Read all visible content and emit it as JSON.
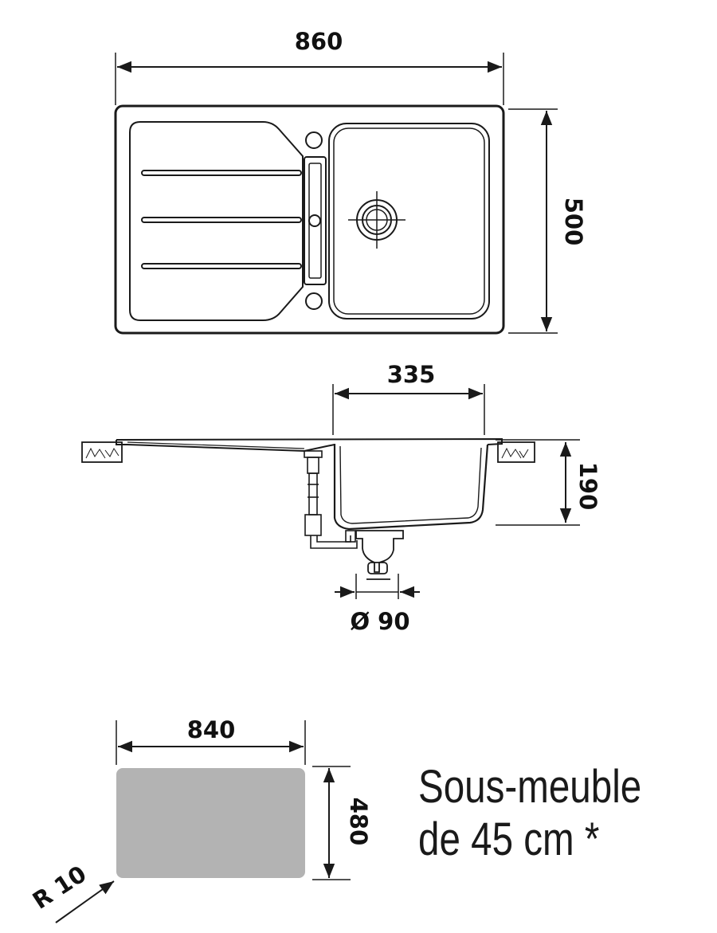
{
  "dimensions": {
    "top_width": "860",
    "top_depth": "500",
    "bowl_width": "335",
    "bowl_depth": "190",
    "drain_diameter": "Ø 90",
    "cutout_width": "840",
    "cutout_depth": "480",
    "corner_radius": "R 10"
  },
  "note": {
    "line1": "Sous-meuble",
    "line2": "de 45 cm *"
  },
  "colors": {
    "line": "#1a1a1a",
    "cutout_fill": "#b3b3b3",
    "background": "#ffffff"
  }
}
